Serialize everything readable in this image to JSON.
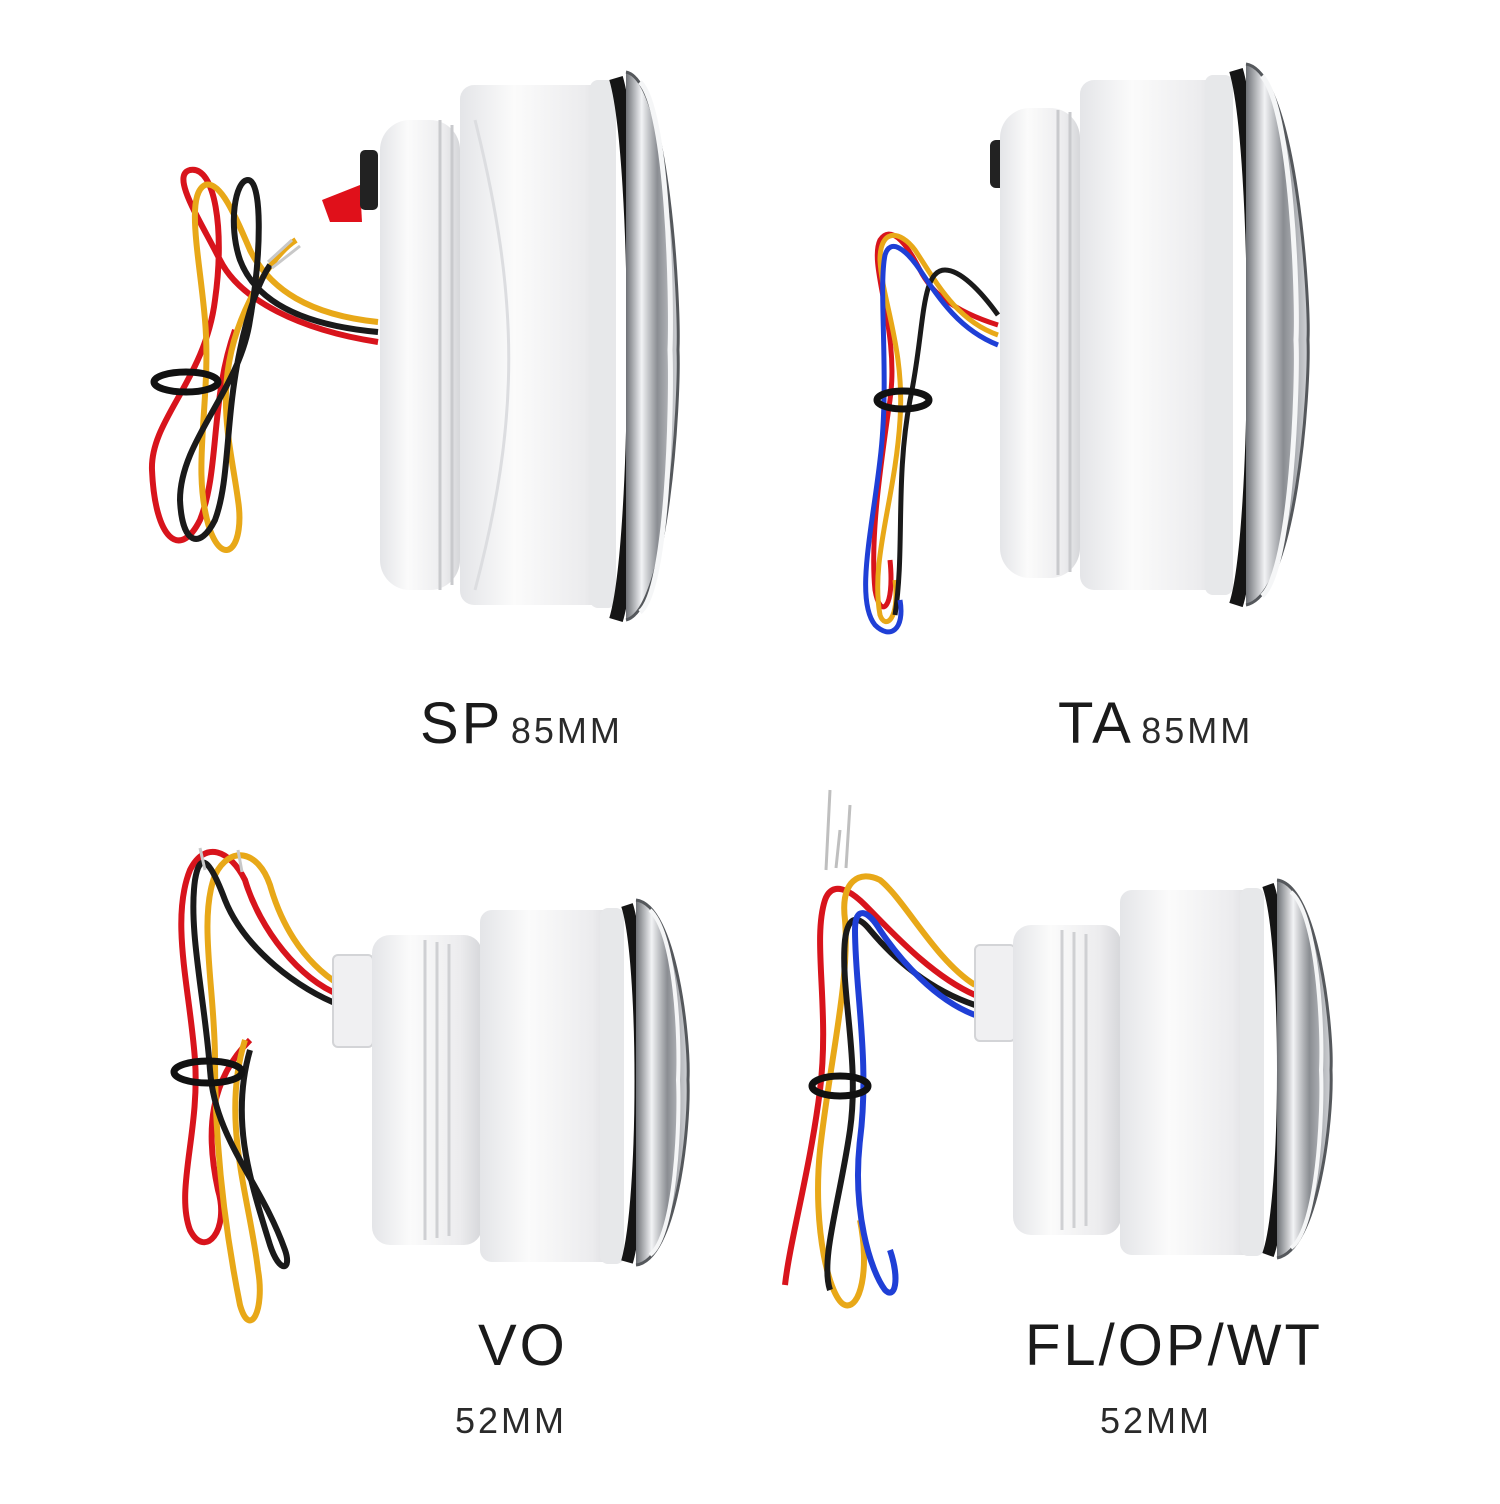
{
  "products": [
    {
      "model": "SP",
      "size": "85MM",
      "wires": [
        "#d8141c",
        "#e8a818",
        "#1a1a1a"
      ]
    },
    {
      "model": "TA",
      "size": "85MM",
      "wires": [
        "#d8141c",
        "#e8a818",
        "#1a1a1a",
        "#1f3fd6"
      ]
    },
    {
      "model": "VO",
      "size": "52MM",
      "wires": [
        "#d8141c",
        "#e8a818",
        "#1a1a1a"
      ]
    },
    {
      "model": "FL/OP/WT",
      "size": "52MM",
      "wires": [
        "#d8141c",
        "#e8a818",
        "#1a1a1a",
        "#1f3fd6"
      ]
    }
  ],
  "colors": {
    "housing": "#f4f4f4",
    "housing_shadow": "#d9dadd",
    "bezel": "#bcbfc4",
    "gasket": "#151515",
    "fuse": "#e0101a"
  }
}
